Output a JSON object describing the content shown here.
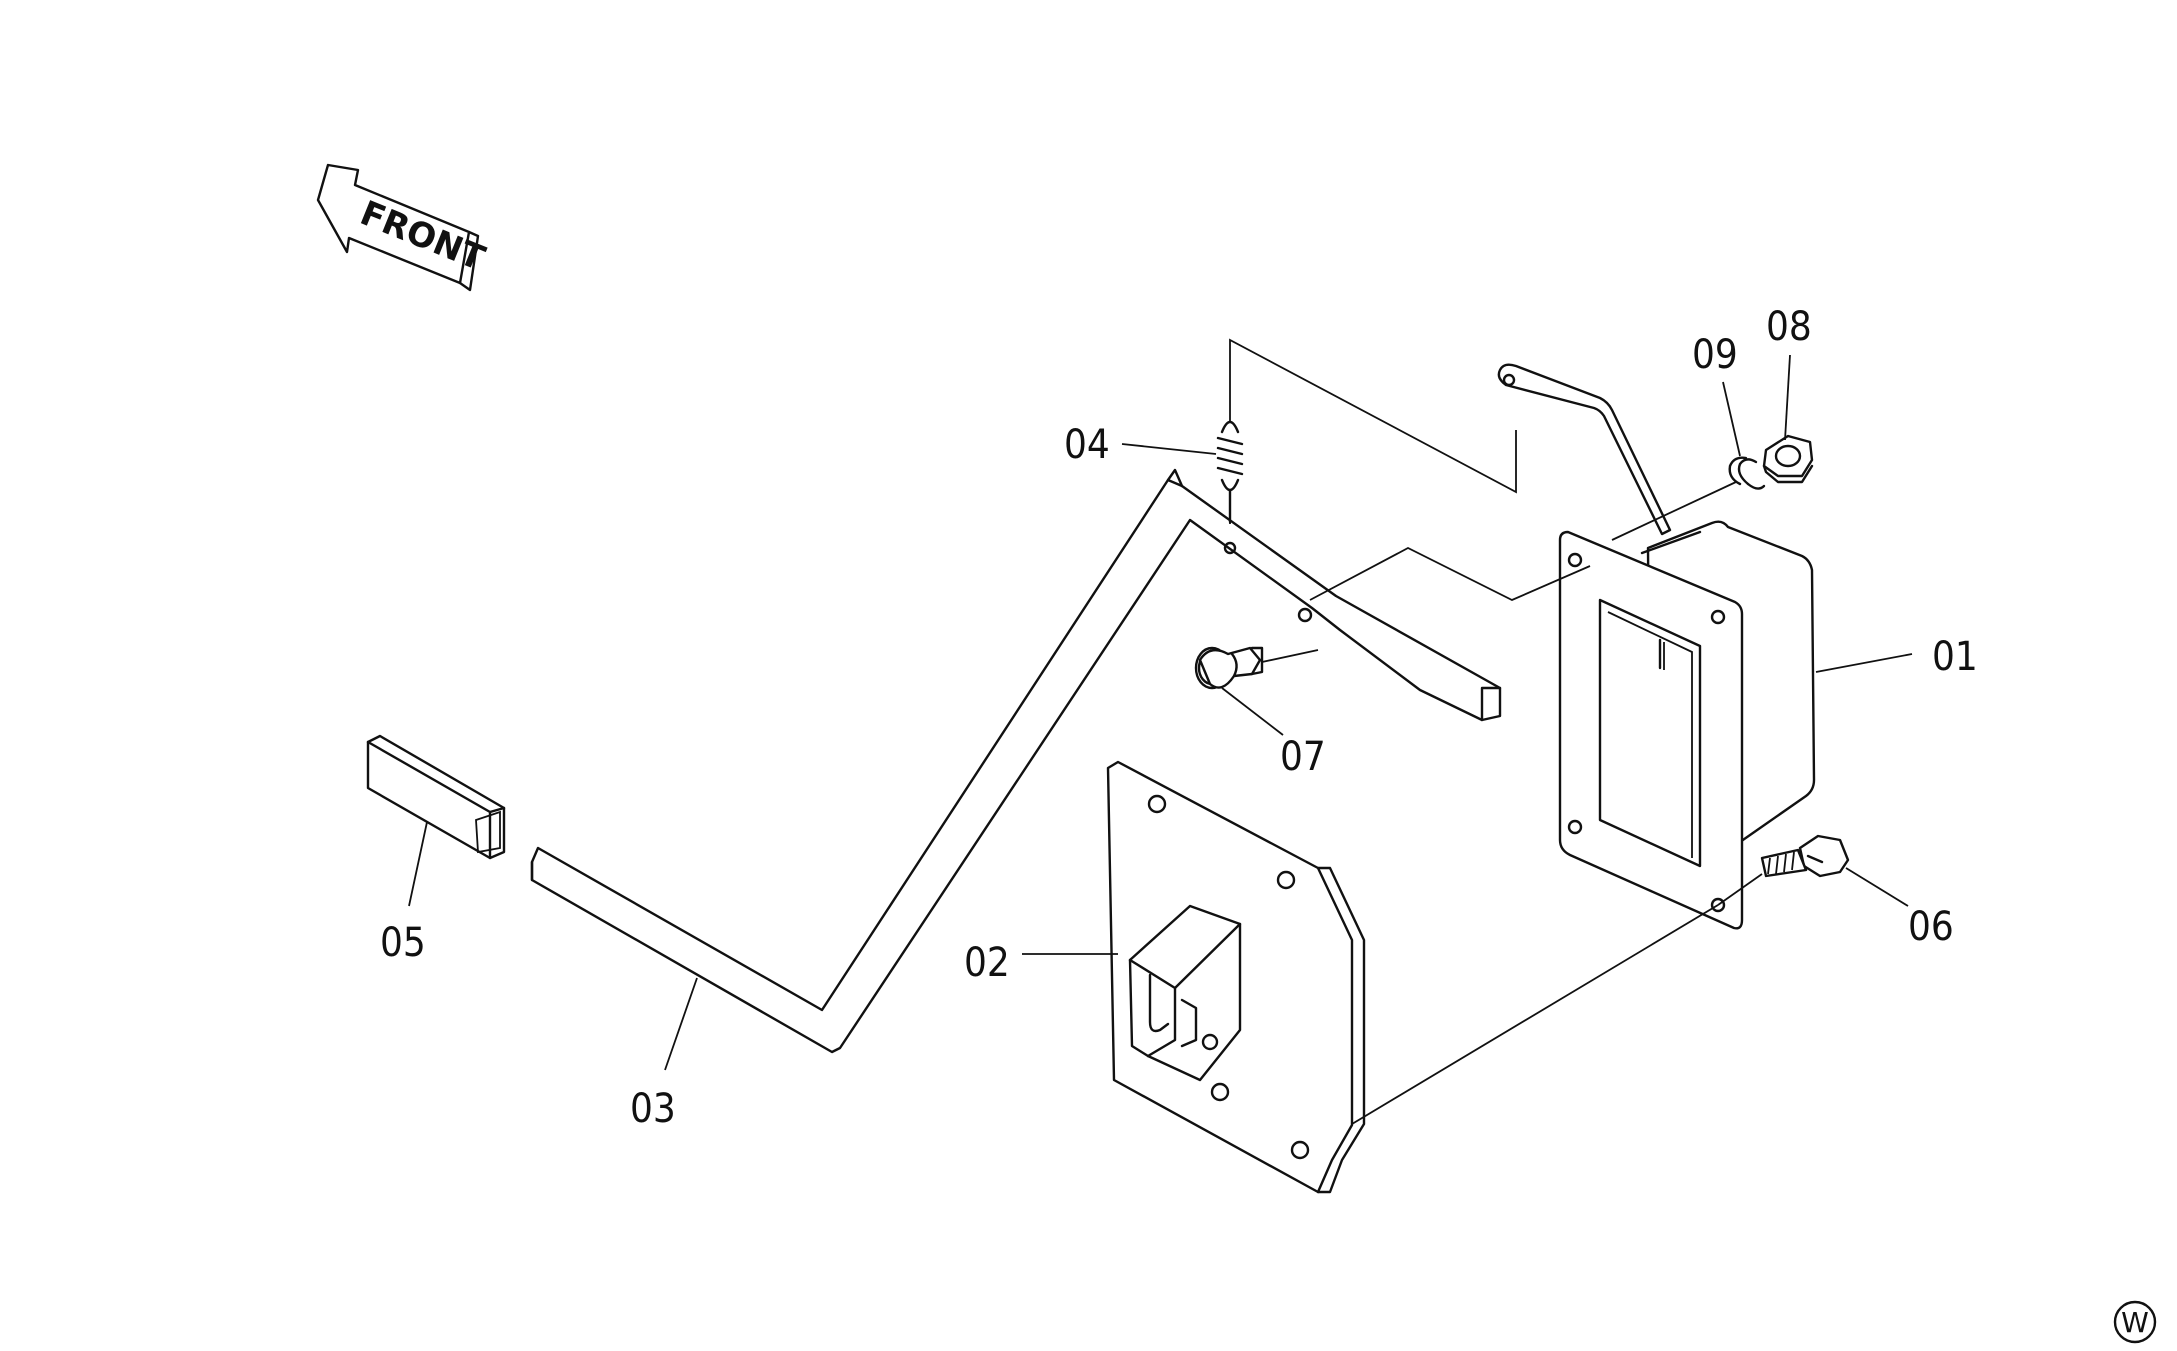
{
  "direction_indicator": {
    "label": "FRONT"
  },
  "callouts": [
    {
      "id": "01",
      "label": "01"
    },
    {
      "id": "02",
      "label": "02"
    },
    {
      "id": "03",
      "label": "03"
    },
    {
      "id": "04",
      "label": "04"
    },
    {
      "id": "05",
      "label": "05"
    },
    {
      "id": "06",
      "label": "06"
    },
    {
      "id": "07",
      "label": "07"
    },
    {
      "id": "08",
      "label": "08"
    },
    {
      "id": "09",
      "label": "09"
    }
  ],
  "corner_mark": {
    "label": "W"
  },
  "colors": {
    "line": "#111111",
    "background": "#ffffff"
  }
}
